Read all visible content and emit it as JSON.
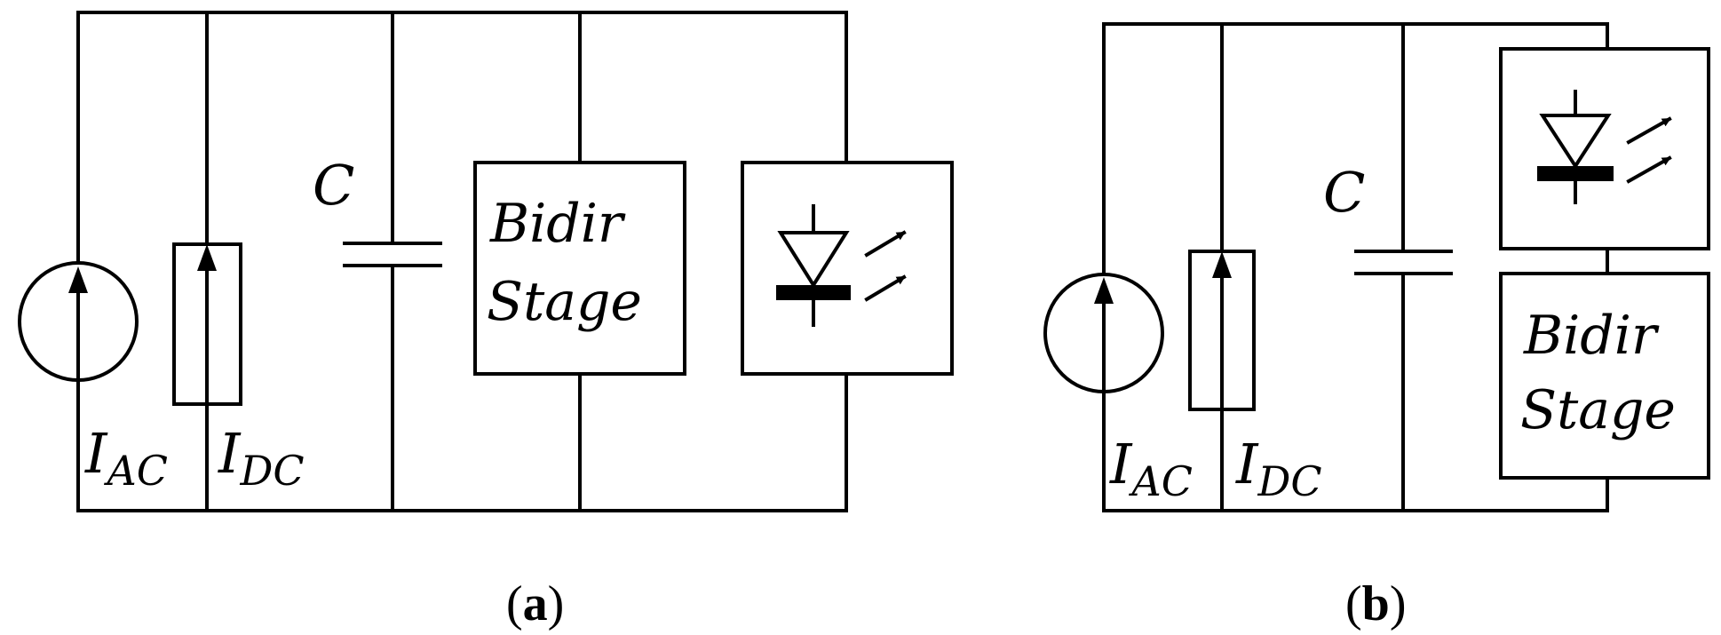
{
  "circuit_a": {
    "caption_letter": "a",
    "capacitor_label": "C",
    "stage_label_line1": "Bidir",
    "stage_label_line2": "Stage",
    "iac_main": "I",
    "iac_sub": "AC",
    "idc_main": "I",
    "idc_sub": "DC"
  },
  "circuit_b": {
    "caption_letter": "b",
    "capacitor_label": "C",
    "stage_label_line1": "Bidir",
    "stage_label_line2": "Stage",
    "iac_main": "I",
    "iac_sub": "AC",
    "idc_main": "I",
    "idc_sub": "DC"
  },
  "caption_open": "(",
  "caption_close": ")"
}
